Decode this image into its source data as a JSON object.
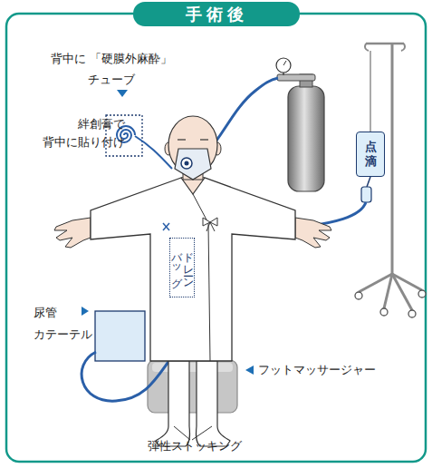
{
  "diagram": {
    "title": "手術後",
    "nodes": [
      {
        "text": [
          "点滴"
        ]
      },
      {
        "text": [
          "ドレーンバッグ"
        ]
      }
    ],
    "labels": [
      "背中に 「硬膜外麻酔」チューブ",
      "絆創膏で 背中に貼り付け",
      "尿管 カテーテル",
      "フットマッサージャー",
      "弾性ストッキング"
    ]
  }
}
